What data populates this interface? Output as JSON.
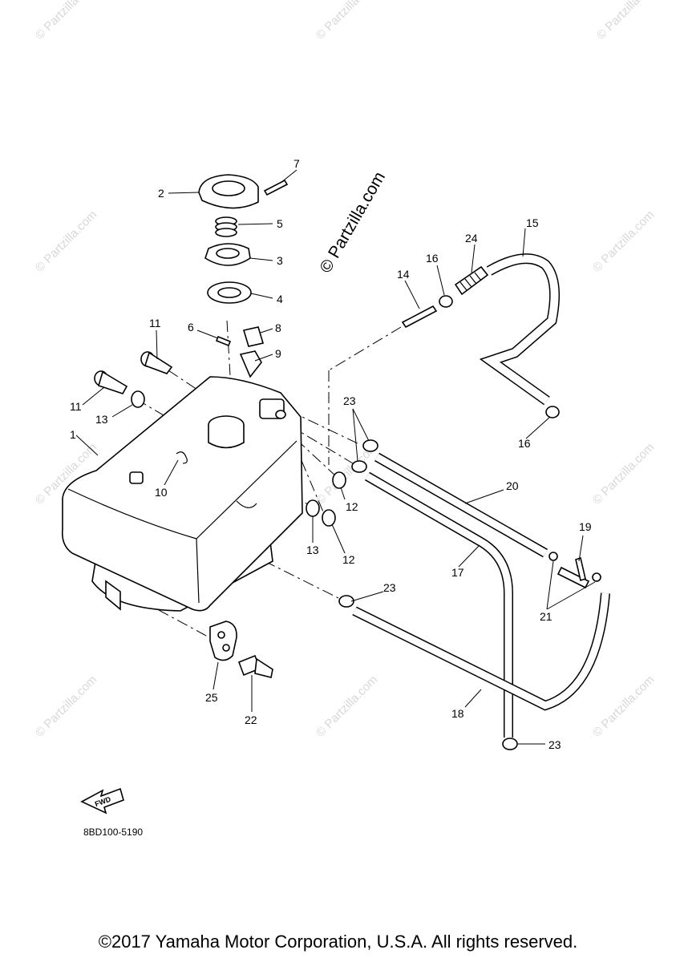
{
  "callouts": [
    {
      "id": "1",
      "text": "1"
    },
    {
      "id": "2",
      "text": "2"
    },
    {
      "id": "3",
      "text": "3"
    },
    {
      "id": "4",
      "text": "4"
    },
    {
      "id": "5",
      "text": "5"
    },
    {
      "id": "6",
      "text": "6"
    },
    {
      "id": "7",
      "text": "7"
    },
    {
      "id": "8",
      "text": "8"
    },
    {
      "id": "9",
      "text": "9"
    },
    {
      "id": "10",
      "text": "10"
    },
    {
      "id": "11a",
      "text": "11"
    },
    {
      "id": "11b",
      "text": "11"
    },
    {
      "id": "12a",
      "text": "12"
    },
    {
      "id": "12b",
      "text": "12"
    },
    {
      "id": "13a",
      "text": "13"
    },
    {
      "id": "13b",
      "text": "13"
    },
    {
      "id": "14",
      "text": "14"
    },
    {
      "id": "15",
      "text": "15"
    },
    {
      "id": "16a",
      "text": "16"
    },
    {
      "id": "16b",
      "text": "16"
    },
    {
      "id": "17",
      "text": "17"
    },
    {
      "id": "18",
      "text": "18"
    },
    {
      "id": "19",
      "text": "19"
    },
    {
      "id": "20",
      "text": "20"
    },
    {
      "id": "21",
      "text": "21"
    },
    {
      "id": "22",
      "text": "22"
    },
    {
      "id": "23a",
      "text": "23"
    },
    {
      "id": "23b",
      "text": "23"
    },
    {
      "id": "23c",
      "text": "23"
    },
    {
      "id": "24",
      "text": "24"
    },
    {
      "id": "25",
      "text": "25"
    }
  ],
  "fwd_label": "FWD",
  "watermark_main": "© Partzilla.com",
  "watermark_repeat": "© Partzilla.com",
  "diagram_code": "8BD100-5190",
  "copyright": "©2017 Yamaha Motor Corporation, U.S.A. All rights reserved."
}
